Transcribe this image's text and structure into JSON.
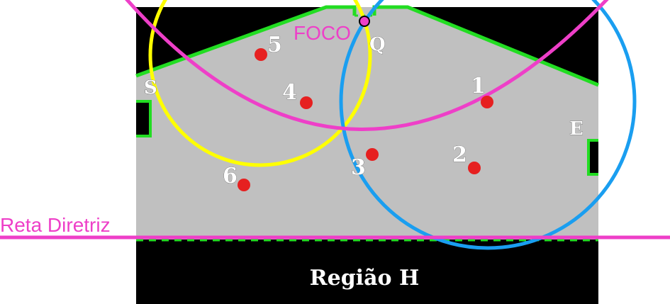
{
  "labels": {
    "foco": "FOCO",
    "reta_diretriz": "Reta Diretriz",
    "region": "Região H",
    "doors": {
      "s": "S",
      "q": "Q",
      "e": "E"
    },
    "points": [
      "1",
      "2",
      "3",
      "4",
      "5",
      "6"
    ]
  },
  "colors": {
    "background": "#ffffff",
    "black_region": "#000000",
    "floor": "#c0c0c0",
    "wall": "#22dd22",
    "point": "#e62020",
    "parabola": "#ee3fc8",
    "yellow_circle": "#ffff00",
    "blue_circle": "#1a9ef0"
  }
}
